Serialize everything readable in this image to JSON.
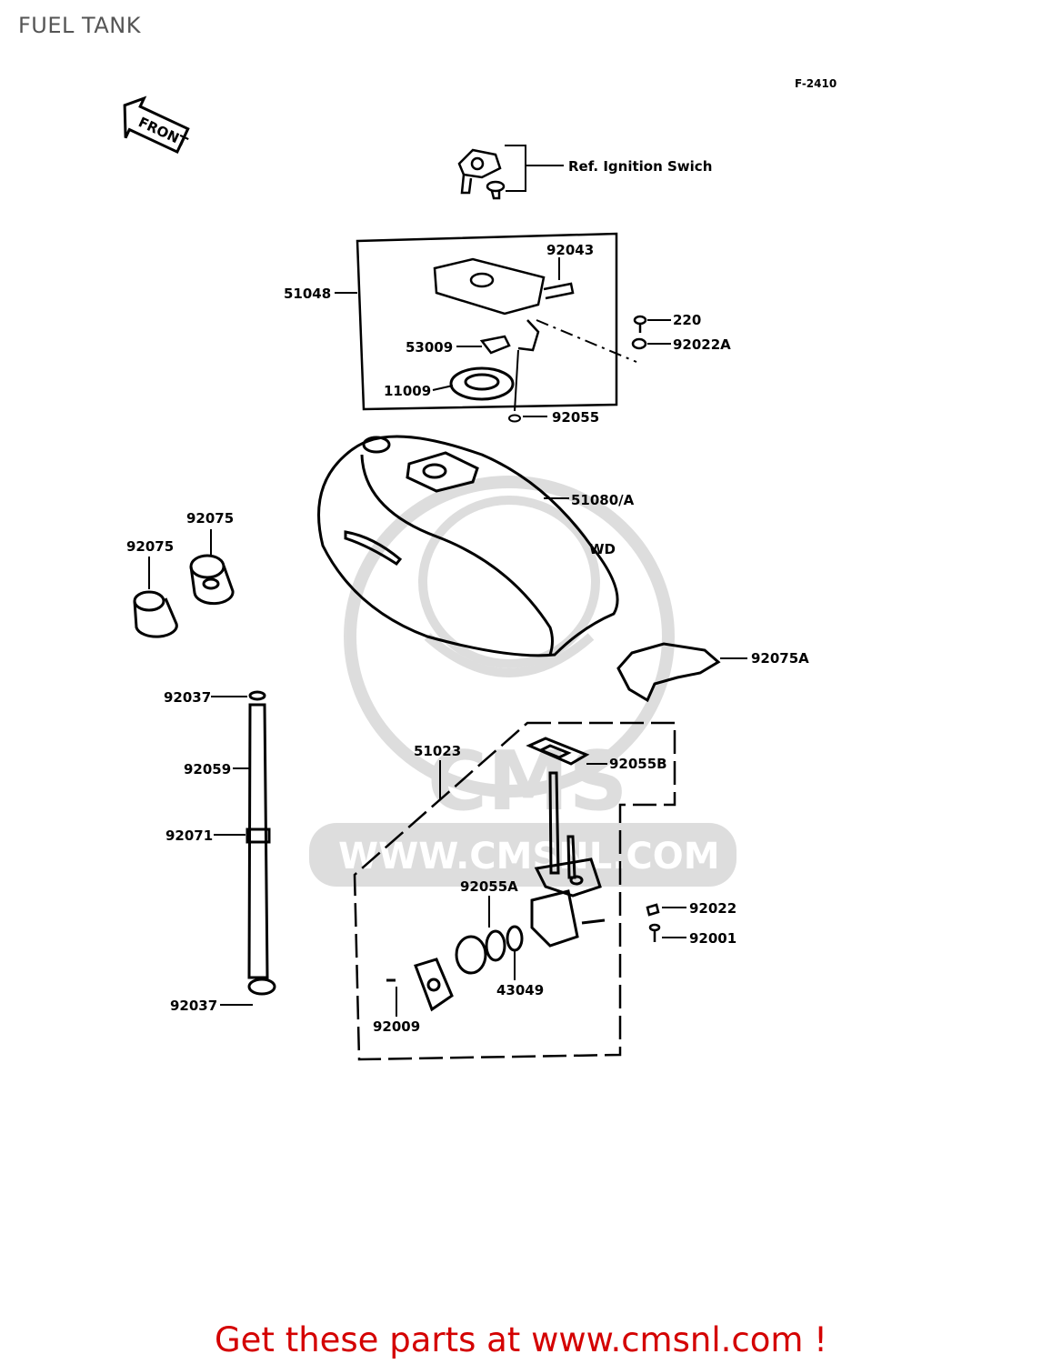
{
  "page": {
    "title": "FUEL TANK"
  },
  "diagram": {
    "figure_id": "F-2410",
    "front_arrow_label": "FRONT",
    "watermark": {
      "logo": "CMS",
      "url": "WWW.CMSNL.COM"
    },
    "callouts": {
      "ignition_ref": "Ref. Ignition Swich",
      "p92043": "92043",
      "p51048": "51048",
      "p220": "220",
      "p92022A": "92022A",
      "p53009": "53009",
      "p11009": "11009",
      "p92055": "92055",
      "p51080A": "51080/A",
      "wd": "WD",
      "p92075_top": "92075",
      "p92075_left": "92075",
      "p92075A": "92075A",
      "p92037_top": "92037",
      "p92059": "92059",
      "p92071": "92071",
      "p92037_bottom": "92037",
      "p51023": "51023",
      "p92055B": "92055B",
      "p92055A": "92055A",
      "p92022": "92022",
      "p92001": "92001",
      "p43049": "43049",
      "p92009": "92009"
    }
  },
  "footer": {
    "cta": "Get these parts at www.cmsnl.com !"
  }
}
